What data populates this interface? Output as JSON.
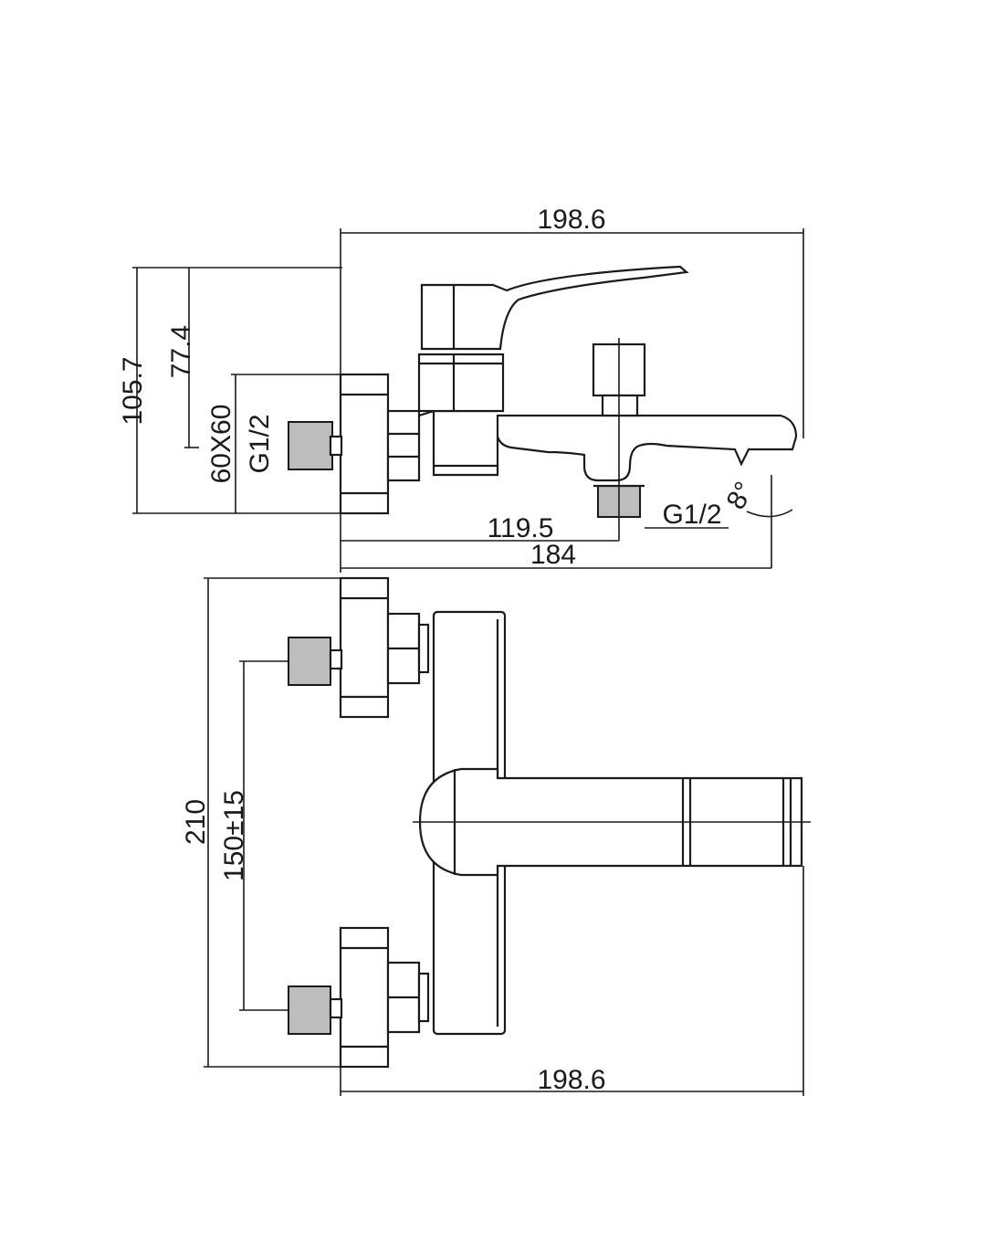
{
  "drawing": {
    "side_view": {
      "width_top": "198.6",
      "height_total": "105.7",
      "height_outlet": "77.4",
      "flange_size": "60X60",
      "inlet_thread": "G1/2",
      "spout_reach": "119.5",
      "overall_depth": "184",
      "shower_outlet_thread": "G1/2",
      "swivel_angle": "8°"
    },
    "top_view": {
      "overall_height": "210",
      "inlet_spacing": "150±15",
      "width_bottom": "198.6"
    },
    "colors": {
      "line": "#1a1a1a",
      "thread_fill": "#bdbdbd",
      "background": "#ffffff"
    }
  }
}
